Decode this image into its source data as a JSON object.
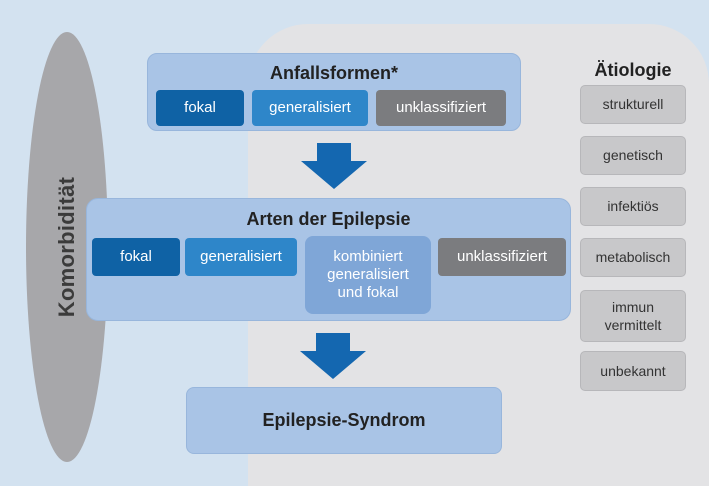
{
  "comorbidity": {
    "label": "Komorbidität"
  },
  "seizure_types": {
    "title": "Anfallsformen*",
    "items": [
      "fokal",
      "generalisiert",
      "unklassifiziert"
    ]
  },
  "epilepsy_types": {
    "title": "Arten der Epilepsie",
    "items": [
      "fokal",
      "generalisiert",
      "kombiniert generalisiert und fokal",
      "unklassifiziert"
    ]
  },
  "syndrome": {
    "title": "Epilepsie-Syndrom"
  },
  "etiology": {
    "title": "Ätiologie",
    "items": [
      "strukturell",
      "genetisch",
      "infektiös",
      "metabolisch",
      "immun vermittelt",
      "unbekannt"
    ]
  },
  "colors": {
    "background": "#d3e2f0",
    "panel": "#e3e3e5",
    "box": "#a9c4e6",
    "chip_dark_blue": "#0f62a5",
    "chip_mid_blue": "#2e86c9",
    "chip_grey": "#7b7c7f",
    "arrow": "#1467b0"
  }
}
